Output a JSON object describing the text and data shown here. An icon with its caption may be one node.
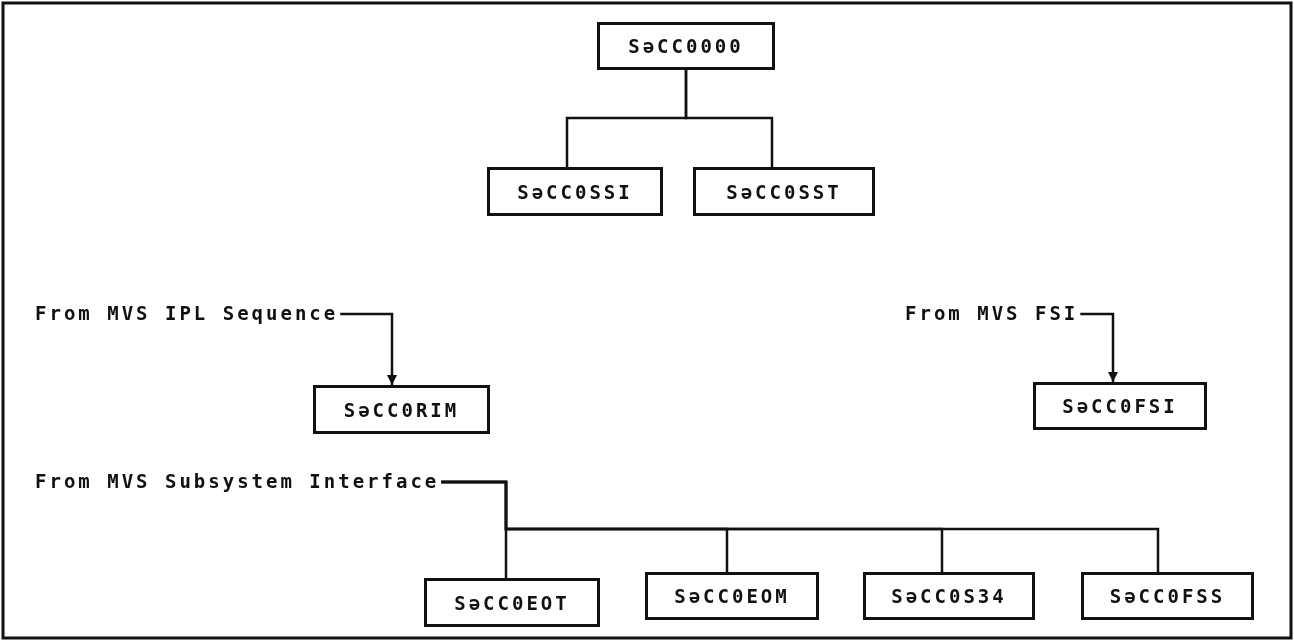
{
  "diagram": {
    "nodes": [
      {
        "text": [
          "SəCC0000"
        ]
      },
      {
        "text": [
          "SəCC0SSI"
        ]
      },
      {
        "text": [
          "SəCC0SST"
        ]
      },
      {
        "text": [
          "From MVS IPL Sequence"
        ]
      },
      {
        "text": [
          "SəCC0RIM"
        ]
      },
      {
        "text": [
          "From MVS FSI"
        ]
      },
      {
        "text": [
          "SəCC0FSI"
        ]
      },
      {
        "text": [
          "From MVS Subsystem Interface"
        ]
      },
      {
        "text": [
          "SəCC0EOT"
        ]
      },
      {
        "text": [
          "SəCC0EOM"
        ]
      },
      {
        "text": [
          "SəCC0S34"
        ]
      },
      {
        "text": [
          "SəCC0FSS"
        ]
      }
    ],
    "edges": [
      {
        "from": 0,
        "to": 1,
        "arrow": "none"
      },
      {
        "from": 0,
        "to": 2,
        "arrow": "none"
      },
      {
        "from": 3,
        "to": 4,
        "arrow": "to"
      },
      {
        "from": 5,
        "to": 6,
        "arrow": "to"
      },
      {
        "from": 7,
        "to": 8,
        "arrow": "none"
      },
      {
        "from": 7,
        "to": 9,
        "arrow": "none"
      },
      {
        "from": 7,
        "to": 10,
        "arrow": "none"
      },
      {
        "from": 7,
        "to": 11,
        "arrow": "none"
      }
    ]
  }
}
